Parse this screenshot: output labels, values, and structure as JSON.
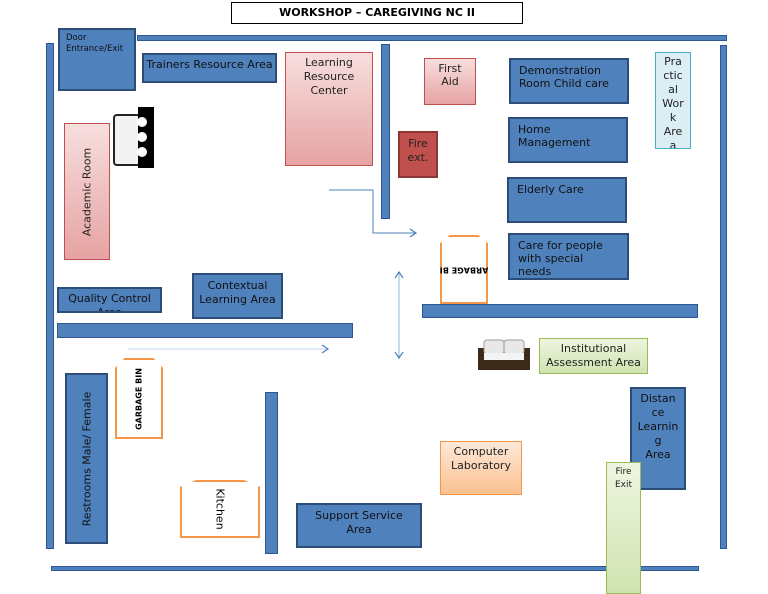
{
  "title": "WORKSHOP – CAREGIVING NC II",
  "areas": {
    "door": "Door Entrance/Exit",
    "trainers": "Trainers Resource Area",
    "learning_resource": "Learning Resource Center",
    "first_aid": "First Aid",
    "fire_ext": "Fire ext.",
    "demonstration": "Demonstration Room Child care",
    "home_management": "Home Management",
    "elderly": "Elderly Care",
    "special_needs": "Care for people with special needs",
    "practical": "Pra ctic al Wor k Are a",
    "academic": "Academic Room",
    "garbage_bin_1": "GARBAGE BIN",
    "quality_control": "Quality Control Area",
    "contextual": "Contextual Learning Area",
    "institutional": "Institutional Assessment Area",
    "garbage_bin_2": "GARBAGE BIN",
    "restrooms": "Restrooms Male/ Female",
    "kitchen": "Kitchen",
    "support": "Support Service Area",
    "computer_lab": "Computer Laboratory",
    "distance": "Distan ce Learnin g Area",
    "fire_exit": "Fire Exit"
  },
  "icons": {
    "chair": "chairs-icon",
    "sofa": "sofa-icon"
  },
  "colors": {
    "room": "#4f81bd",
    "wall": "#4f81bd",
    "pink": "#e6a3a3",
    "fire": "#c0504d",
    "bin": "#f79646",
    "green": "#d0e4b0",
    "peach": "#fac08f",
    "cyan": "#dbeef4"
  }
}
